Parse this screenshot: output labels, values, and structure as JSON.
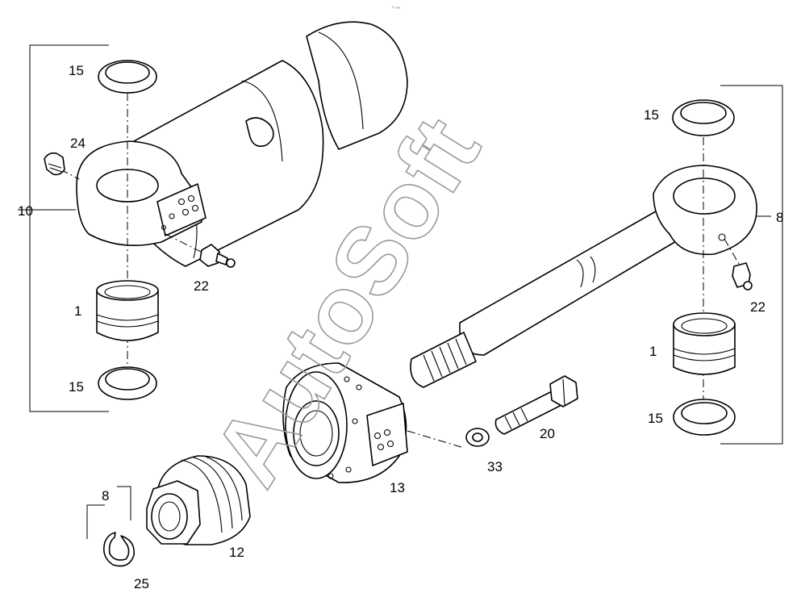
{
  "watermark": "AutoSoft",
  "corner_mark": "ᵃₒ ₛₒₒₒ",
  "callouts": {
    "left_seal_top": "15",
    "left_plug": "24",
    "left_assembly": "10",
    "left_grease_nipple": "22",
    "left_bushing": "1",
    "left_seal_bottom": "15",
    "ring_ref": "8",
    "circlip": "25",
    "gland_nut": "12",
    "piston": "13",
    "bolt": "20",
    "washer": "33",
    "right_seal_top": "15",
    "right_assembly": "8",
    "right_grease_nipple": "22",
    "right_bushing": "1",
    "right_seal_bottom": "15"
  }
}
